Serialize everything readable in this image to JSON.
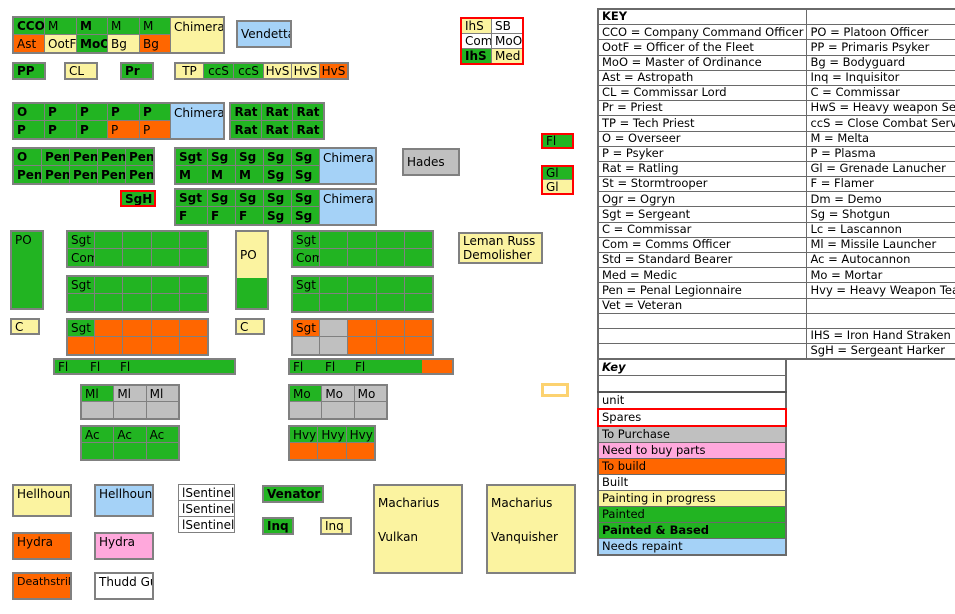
{
  "colors": {
    "painted": "#22b422",
    "to_build": "#ff6600",
    "painting_in_progress": "#fbf3a0",
    "to_purchase": "#c0c0c0",
    "needs_repaint": "#a5d2f7",
    "need_parts": "#ffa8dc",
    "built": "#ffffff",
    "spares_border": "#ff0000",
    "unit_border": "#808080"
  },
  "key_table": {
    "title": "KEY",
    "rows": [
      {
        "left": "CCO = Company Command Officer",
        "right": "PO = Platoon Officer"
      },
      {
        "left": "OotF = Officer of the Fleet",
        "right": "PP = Primaris Psyker"
      },
      {
        "left": "MoO = Master of Ordinance",
        "right": "Bg = Bodyguard"
      },
      {
        "left": "Ast = Astropath",
        "right": "Inq = Inquisitor"
      },
      {
        "left": "CL = Commissar Lord",
        "right": "C = Commissar"
      },
      {
        "left": "Pr = Priest",
        "right": "HwS = Heavy weapon Servitor"
      },
      {
        "left": "TP = Tech Priest",
        "right": "ccS = Close Combat Servitor"
      },
      {
        "left": "O = Overseer",
        "right": "M = Melta"
      },
      {
        "left": "P = Psyker",
        "right": "P = Plasma"
      },
      {
        "left": "Rat = Ratling",
        "right": "Gl = Grenade Lanucher"
      },
      {
        "left": "St = Stormtrooper",
        "right": "F = Flamer"
      },
      {
        "left": "Ogr = Ogryn",
        "right": "Dm = Demo"
      },
      {
        "left": "Sgt = Sergeant",
        "right": "Sg = Shotgun"
      },
      {
        "left": "C = Commissar",
        "right": "Lc = Lascannon"
      },
      {
        "left": "Com = Comms Officer",
        "right": "Ml = Missile Launcher"
      },
      {
        "left": "Std = Standard Bearer",
        "right": "Ac = Autocannon"
      },
      {
        "left": "Med = Medic",
        "right": "Mo = Mortar"
      },
      {
        "left": "Pen = Penal Legionnaire",
        "right": "Hvy = Heavy Weapon Team"
      },
      {
        "left": "Vet = Veteran",
        "right": ""
      },
      {
        "left": "",
        "right": ""
      },
      {
        "left": "",
        "right": "IHS = Iron Hand Straken"
      },
      {
        "left": "",
        "right": "SgH = Sergeant Harker"
      }
    ]
  },
  "legend": {
    "title": "Key",
    "blank": "",
    "items": [
      {
        "label": "unit",
        "fill": "white"
      },
      {
        "label": "Spares",
        "fill": "white"
      },
      {
        "label": "To Purchase",
        "fill": "gray"
      },
      {
        "label": "Need to buy parts",
        "fill": "pink"
      },
      {
        "label": "To build",
        "fill": "orange"
      },
      {
        "label": "Built",
        "fill": "white"
      },
      {
        "label": "Painting in progress",
        "fill": "yellow"
      },
      {
        "label": "Painted",
        "fill": "green"
      },
      {
        "label": "Painted & Based",
        "fill": "green"
      },
      {
        "label": "Needs repaint",
        "fill": "blue"
      }
    ]
  },
  "units": {
    "hq1": {
      "row1": [
        "CCO",
        "M",
        "M",
        "M",
        "M"
      ],
      "row2": [
        "Ast",
        "OotF",
        "MoO",
        "Bg",
        "Bg"
      ],
      "transport": "Chimera"
    },
    "vendetta": "Vendetta",
    "pp": "PP",
    "cl": "CL",
    "pr": "Pr",
    "techpriest": [
      "TP",
      "ccS",
      "ccS",
      "HvS",
      "HvS",
      "HvS"
    ],
    "straken_box": {
      "row1": [
        "IhS",
        "SB"
      ],
      "row2": [
        "Com",
        "MoO"
      ],
      "row3": [
        "IhS",
        "Med"
      ]
    },
    "psykers": {
      "row1": [
        "O",
        "P",
        "P",
        "P",
        "P"
      ],
      "row2": [
        "P",
        "P",
        "P",
        "P",
        "P"
      ],
      "transport": "Chimera"
    },
    "ratlings": {
      "row1": [
        "Rat",
        "Rat",
        "Rat"
      ],
      "row2": [
        "Rat",
        "Rat",
        "Rat"
      ]
    },
    "penal": {
      "row1": [
        "O",
        "Pen",
        "Pen",
        "Pen",
        "Pen"
      ],
      "row2": [
        "Pen",
        "Pen",
        "Pen",
        "Pen",
        "Pen"
      ]
    },
    "squad_melta": {
      "row1": [
        "Sgt",
        "Sg",
        "Sg",
        "Sg",
        "Sg"
      ],
      "row2": [
        "M",
        "M",
        "M",
        "Sg",
        "Sg"
      ],
      "transport": "Chimera"
    },
    "hades": "Hades",
    "sgh": "SgH",
    "squad_flamer": {
      "row1": [
        "Sgt",
        "Sg",
        "Sg",
        "Sg",
        "Sg"
      ],
      "row2": [
        "F",
        "F",
        "F",
        "Sg",
        "Sg"
      ],
      "transport": "Chimera"
    },
    "fl_box": "Fl",
    "gl_box": {
      "row1": "Gl",
      "row2": "Gl"
    },
    "platoon_left": {
      "po": "PO",
      "command": {
        "sgt": "Sgt",
        "com": "Com"
      },
      "squad2_sgt": "Sgt",
      "c": "C",
      "squad3_sgt": "Sgt",
      "flamers": [
        "Fl",
        "Fl",
        "Fl"
      ],
      "missiles": [
        "Ml",
        "Ml",
        "Ml"
      ],
      "autocannons": [
        "Ac",
        "Ac",
        "Ac"
      ]
    },
    "platoon_right": {
      "po": "PO",
      "command": {
        "sgt": "Sgt",
        "com": "Com"
      },
      "squad2_sgt": "Sgt",
      "c": "C",
      "squad3_sgt": "Sgt",
      "flamers": [
        "Fl",
        "Fl",
        "Fl"
      ],
      "mortars": [
        "Mo",
        "Mo",
        "Mo"
      ],
      "heavy": [
        "Hvy",
        "Hvy",
        "Hvy"
      ]
    },
    "leman_russ": {
      "line1": "Leman Russ",
      "line2": "Demolisher"
    },
    "vehicles": {
      "hellhound_a": "Hellhound",
      "hellhound_b": "Hellhound",
      "hydra_a": "Hydra",
      "hydra_b": "Hydra",
      "deathstrike": "Deathstrike",
      "thudd_gun": "Thudd Gun",
      "sentinels": [
        "lSentinel",
        "lSentinel",
        "lSentinel"
      ],
      "venator": "Venator",
      "inq_green": "Inq",
      "inq_yellow": "Inq",
      "macharius_vulkan": {
        "line1": "Macharius",
        "line2": "Vulkan"
      },
      "macharius_vanquisher": {
        "line1": "Macharius",
        "line2": "Vanquisher"
      }
    }
  }
}
